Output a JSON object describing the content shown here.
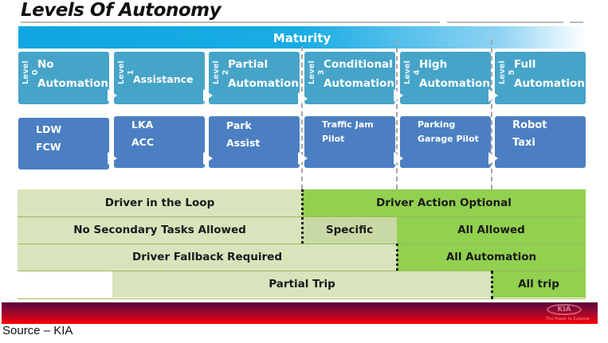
{
  "title": "Levels Of Autonomy",
  "maturity_label": "Maturity",
  "levels": [
    {
      "tag": "Level 0",
      "name_line1": "No",
      "name_line2": "Automation"
    },
    {
      "tag": "Level 1",
      "name_line1": "",
      "name_line2": "Assistance"
    },
    {
      "tag": "Level 2",
      "name_line1": "Partial",
      "name_line2": "Automation"
    },
    {
      "tag": "Level 3",
      "name_line1": "Conditional",
      "name_line2": "Automation"
    },
    {
      "tag": "Level 4",
      "name_line1": "High",
      "name_line2": "Automation"
    },
    {
      "tag": "Level 5",
      "name_line1": "Full",
      "name_line2": "Automation"
    }
  ],
  "features": [
    {
      "line1": "LDW",
      "line2": "FCW"
    },
    {
      "line1": "LKA",
      "line2": "ACC"
    },
    {
      "line1": "Park",
      "line2": "Assist"
    },
    {
      "line1": "Traffic Jam",
      "line2": "Pilot"
    },
    {
      "line1": "Parking",
      "line2": "Garage Pilot"
    },
    {
      "line1": "Robot",
      "line2": "Taxi"
    }
  ],
  "rows": {
    "driver_loop": {
      "left": "Driver in the Loop",
      "right": "Driver Action Optional"
    },
    "secondary_tasks": {
      "left": "No Secondary Tasks Allowed",
      "middle": "Specific",
      "right": "All Allowed"
    },
    "fallback": {
      "left": "Driver Fallback Required",
      "right": "All Automation"
    },
    "trip": {
      "left": "Partial Trip",
      "right": "All trip"
    }
  },
  "colors": {
    "maturity_blue": "#11a6e2",
    "level_teal": "#46a4c8",
    "feature_blue": "#4b7fc2",
    "pale_green": "#d8e4bc",
    "bright_green": "#92d050",
    "footer_red": "#d6001a"
  },
  "footer": {
    "logo": "KIA",
    "tagline": "The Power to Surprise"
  },
  "source": "Source – KIA"
}
